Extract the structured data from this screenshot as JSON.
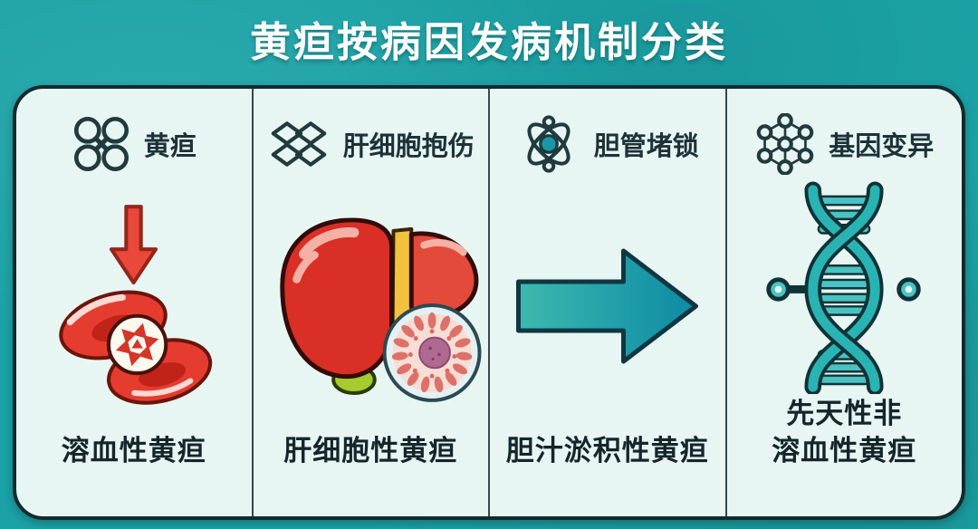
{
  "title": "黄疸按病因发病机制分类",
  "card": {
    "columns": [
      {
        "icon": "molecule-icon",
        "cause": "黄疸",
        "illustration": "down-arrow-and-red-blood-cells",
        "result": "溶血性黄疸"
      },
      {
        "icon": "stacked-diamonds-icon",
        "cause": "肝细胞抱伤",
        "illustration": "liver-and-cell",
        "result": "肝细胞性黄疸"
      },
      {
        "icon": "atom-icon",
        "cause": "胆管堵锁",
        "illustration": "right-arrow",
        "result": "胆汁淤积性黄疸"
      },
      {
        "icon": "network-icon",
        "cause": "基因变异",
        "illustration": "dna-helix",
        "result": "先天性非\n溶血性黄疸"
      }
    ]
  },
  "colors": {
    "background_teal": "#1ba2a6",
    "card_background": "#e7f6f3",
    "card_outline": "#132a2e",
    "icon_stroke": "#203a3e",
    "text_dark": "#15262b",
    "blood_red": "#e63c30",
    "liver_red": "#d92f27",
    "bile_yellow": "#f2c23e",
    "gallbladder_green": "#a5cc2f",
    "arrow_teal": "#1898a6",
    "dna_teal": "#2ab3b3"
  }
}
